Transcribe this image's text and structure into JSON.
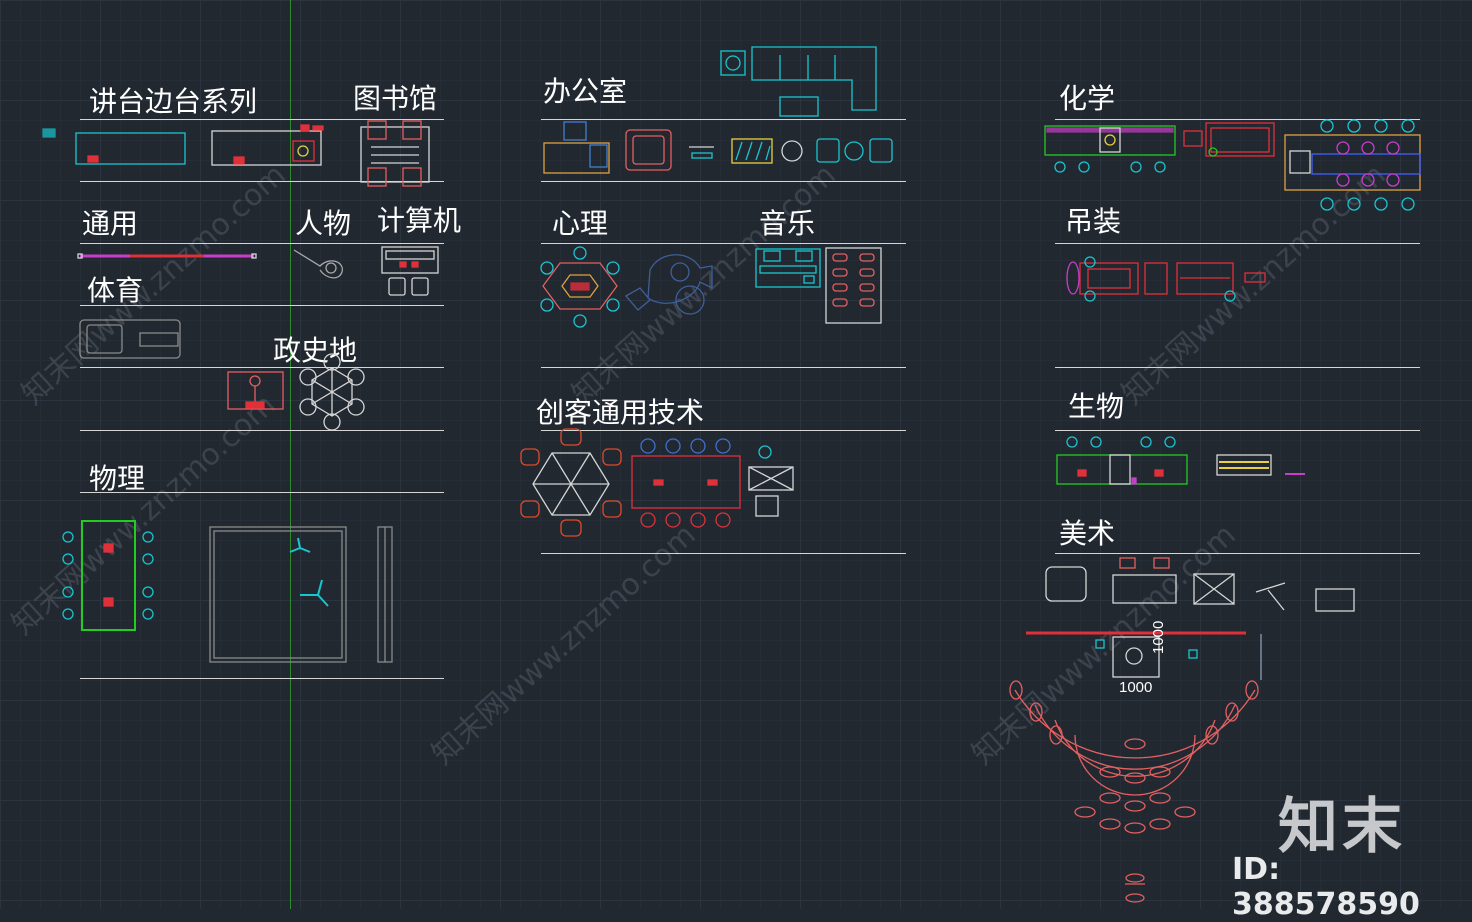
{
  "sections": {
    "podium": "讲台边台系列",
    "library": "图书馆",
    "office": "办公室",
    "chemistry": "化学",
    "general": "通用",
    "person": "人物",
    "computer": "计算机",
    "psychology": "心理",
    "music": "音乐",
    "ceiling": "吊装",
    "sports": "体育",
    "politics_history_geo": "政史地",
    "maker": "创客通用技术",
    "biology": "生物",
    "physics": "物理",
    "art": "美术"
  },
  "dimensions": {
    "width_label": "1000",
    "height_label": "1000"
  },
  "watermark": {
    "logo": "知末",
    "id": "ID: 388578590",
    "diagonal_text": "知末网www.znzmo.com"
  },
  "colors": {
    "background": "#212830",
    "shelf": "#d6d6d6",
    "cyan": "#19c5d0",
    "red": "#e0303a",
    "green": "#22cc22",
    "magenta": "#c83ec8",
    "salmon": "#e46060"
  }
}
